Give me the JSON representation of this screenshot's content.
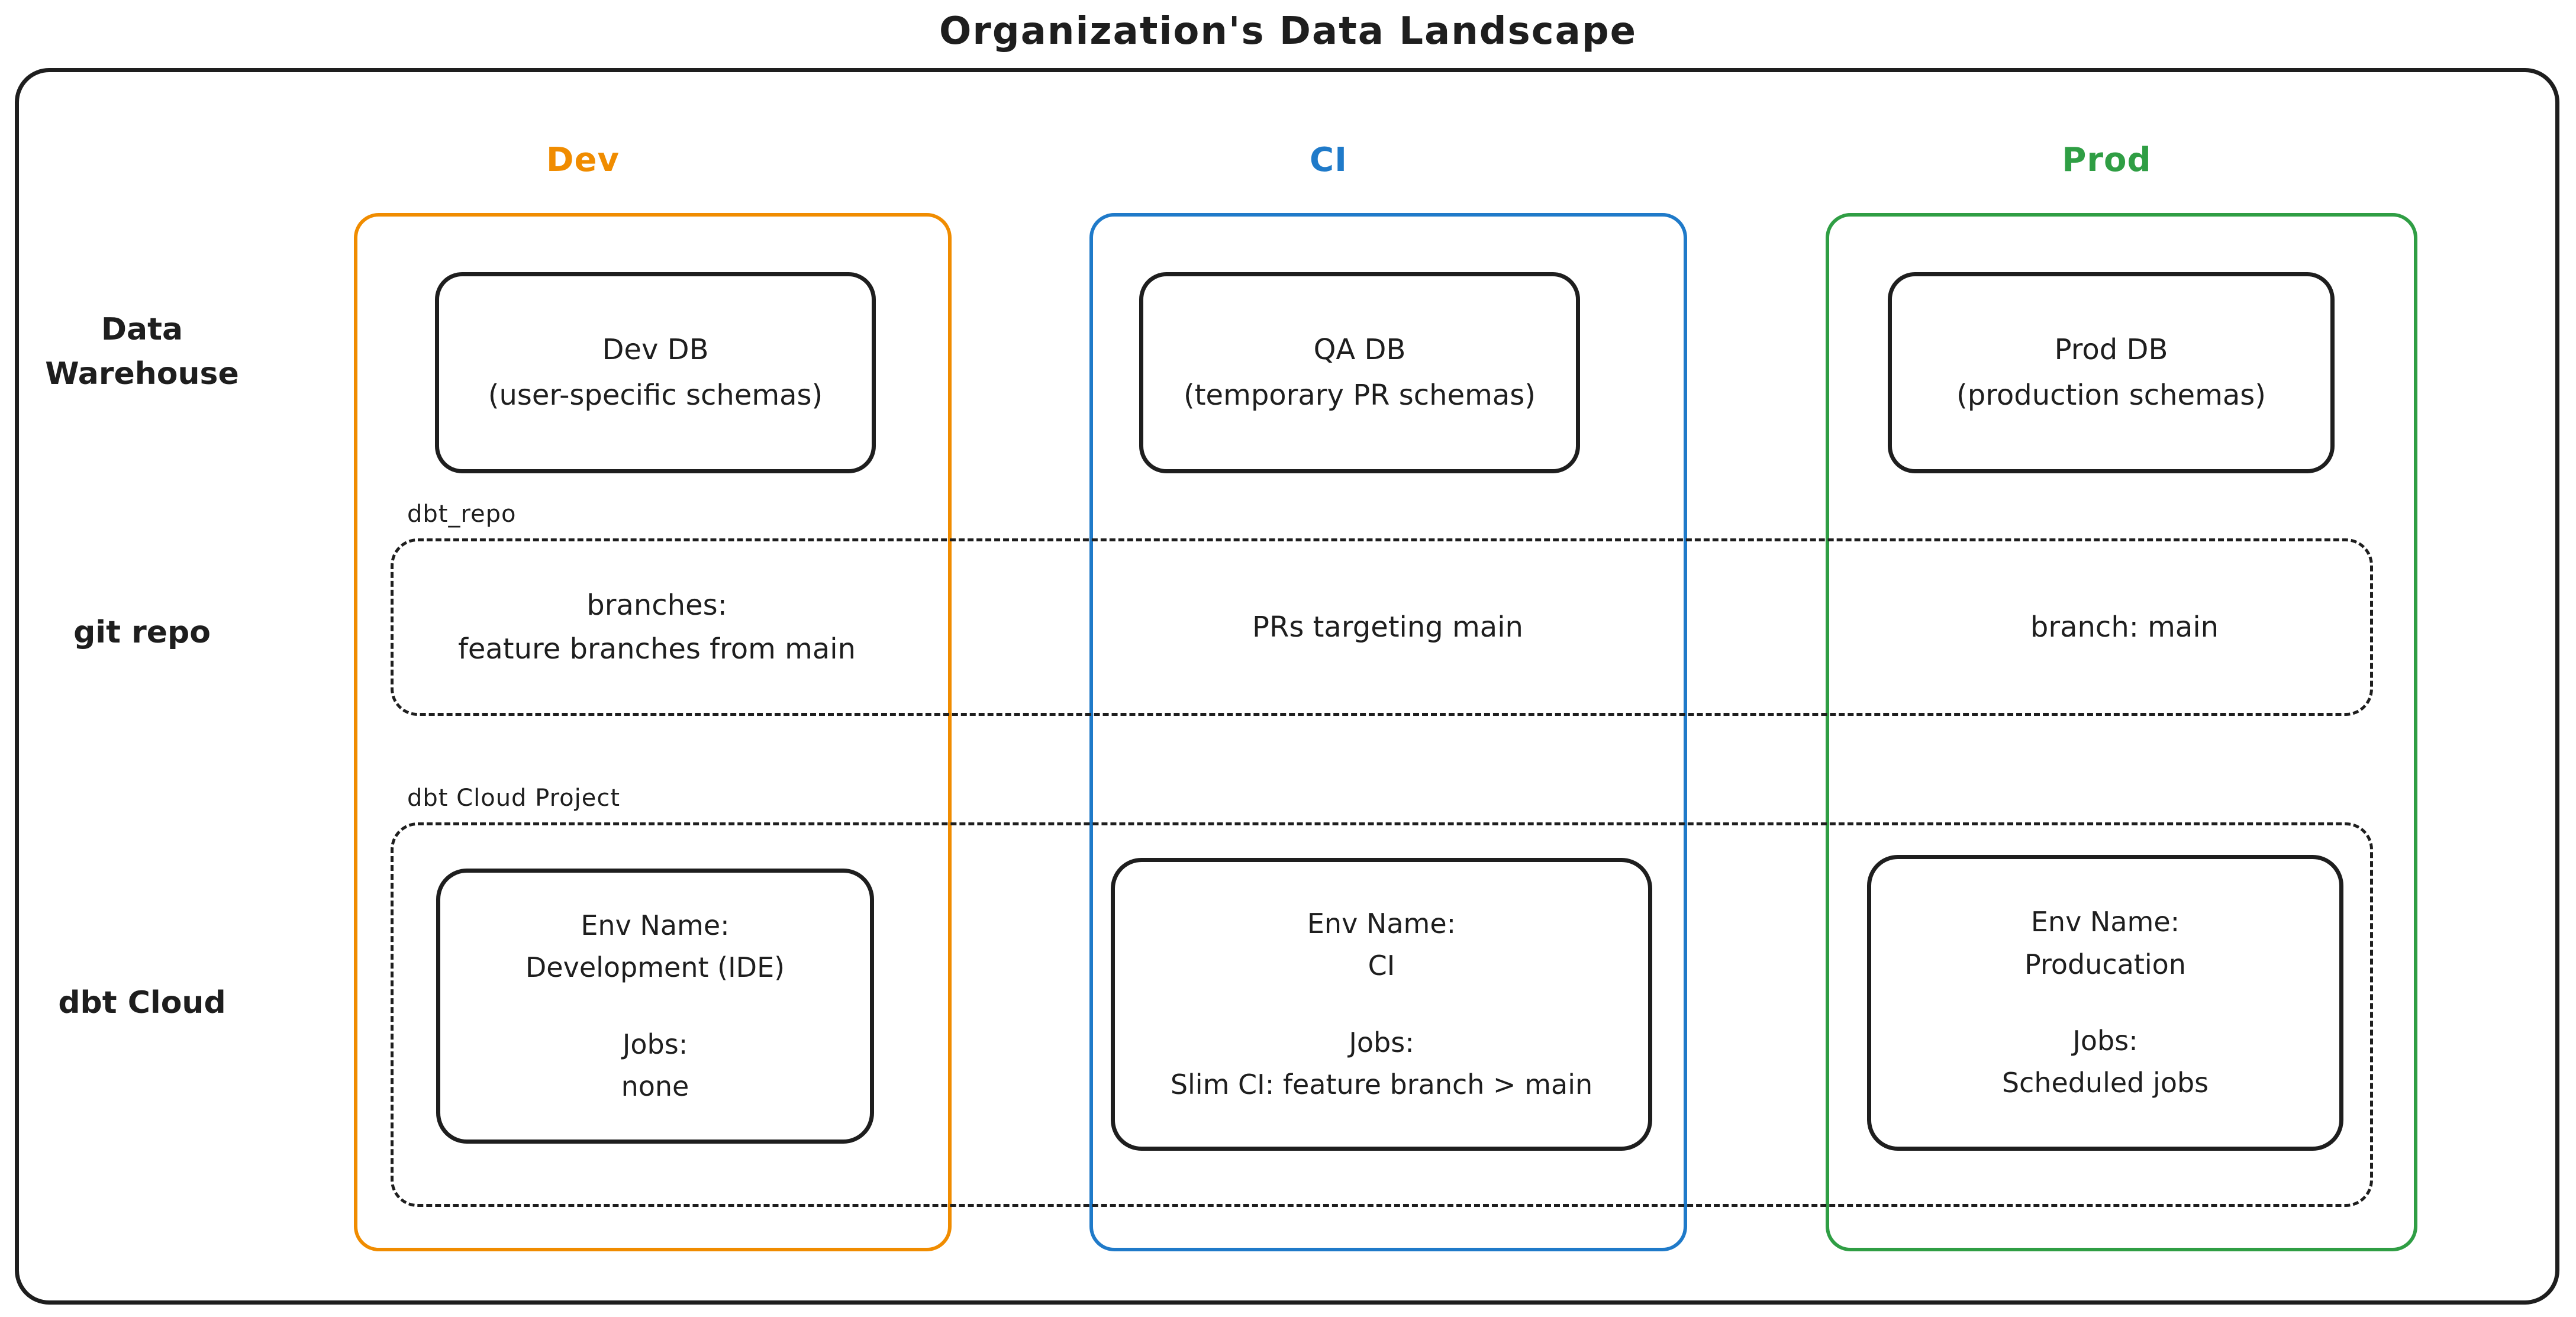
{
  "title": "Organization's Data Landscape",
  "colors": {
    "dev": "#f08c00",
    "ci": "#1f7ac9",
    "prod": "#2f9e44",
    "ink": "#1e1e1e"
  },
  "columns": [
    {
      "id": "dev",
      "label": "Dev"
    },
    {
      "id": "ci",
      "label": "CI"
    },
    {
      "id": "prod",
      "label": "Prod"
    }
  ],
  "rows": [
    {
      "label": "Data Warehouse"
    },
    {
      "label": "git repo"
    },
    {
      "label": "dbt Cloud"
    }
  ],
  "warehouse": {
    "dev": {
      "line1": "Dev DB",
      "line2": "(user-specific schemas)"
    },
    "ci": {
      "line1": "QA DB",
      "line2": "(temporary PR schemas)"
    },
    "prod": {
      "line1": "Prod DB",
      "line2": "(production schemas)"
    }
  },
  "git_repo": {
    "container_label": "dbt_repo",
    "dev": {
      "line1": "branches:",
      "line2": "feature branches from main"
    },
    "ci": {
      "line1": "PRs targeting main"
    },
    "prod": {
      "line1": "branch: main"
    }
  },
  "dbt_cloud": {
    "container_label": "dbt Cloud Project",
    "dev": {
      "env_label": "Env Name:",
      "env_value": "Development (IDE)",
      "jobs_label": "Jobs:",
      "jobs_value": "none"
    },
    "ci": {
      "env_label": "Env Name:",
      "env_value": "CI",
      "jobs_label": "Jobs:",
      "jobs_value": "Slim CI: feature branch > main"
    },
    "prod": {
      "env_label": "Env Name:",
      "env_value": "Producation",
      "jobs_label": "Jobs:",
      "jobs_value": "Scheduled jobs"
    }
  }
}
